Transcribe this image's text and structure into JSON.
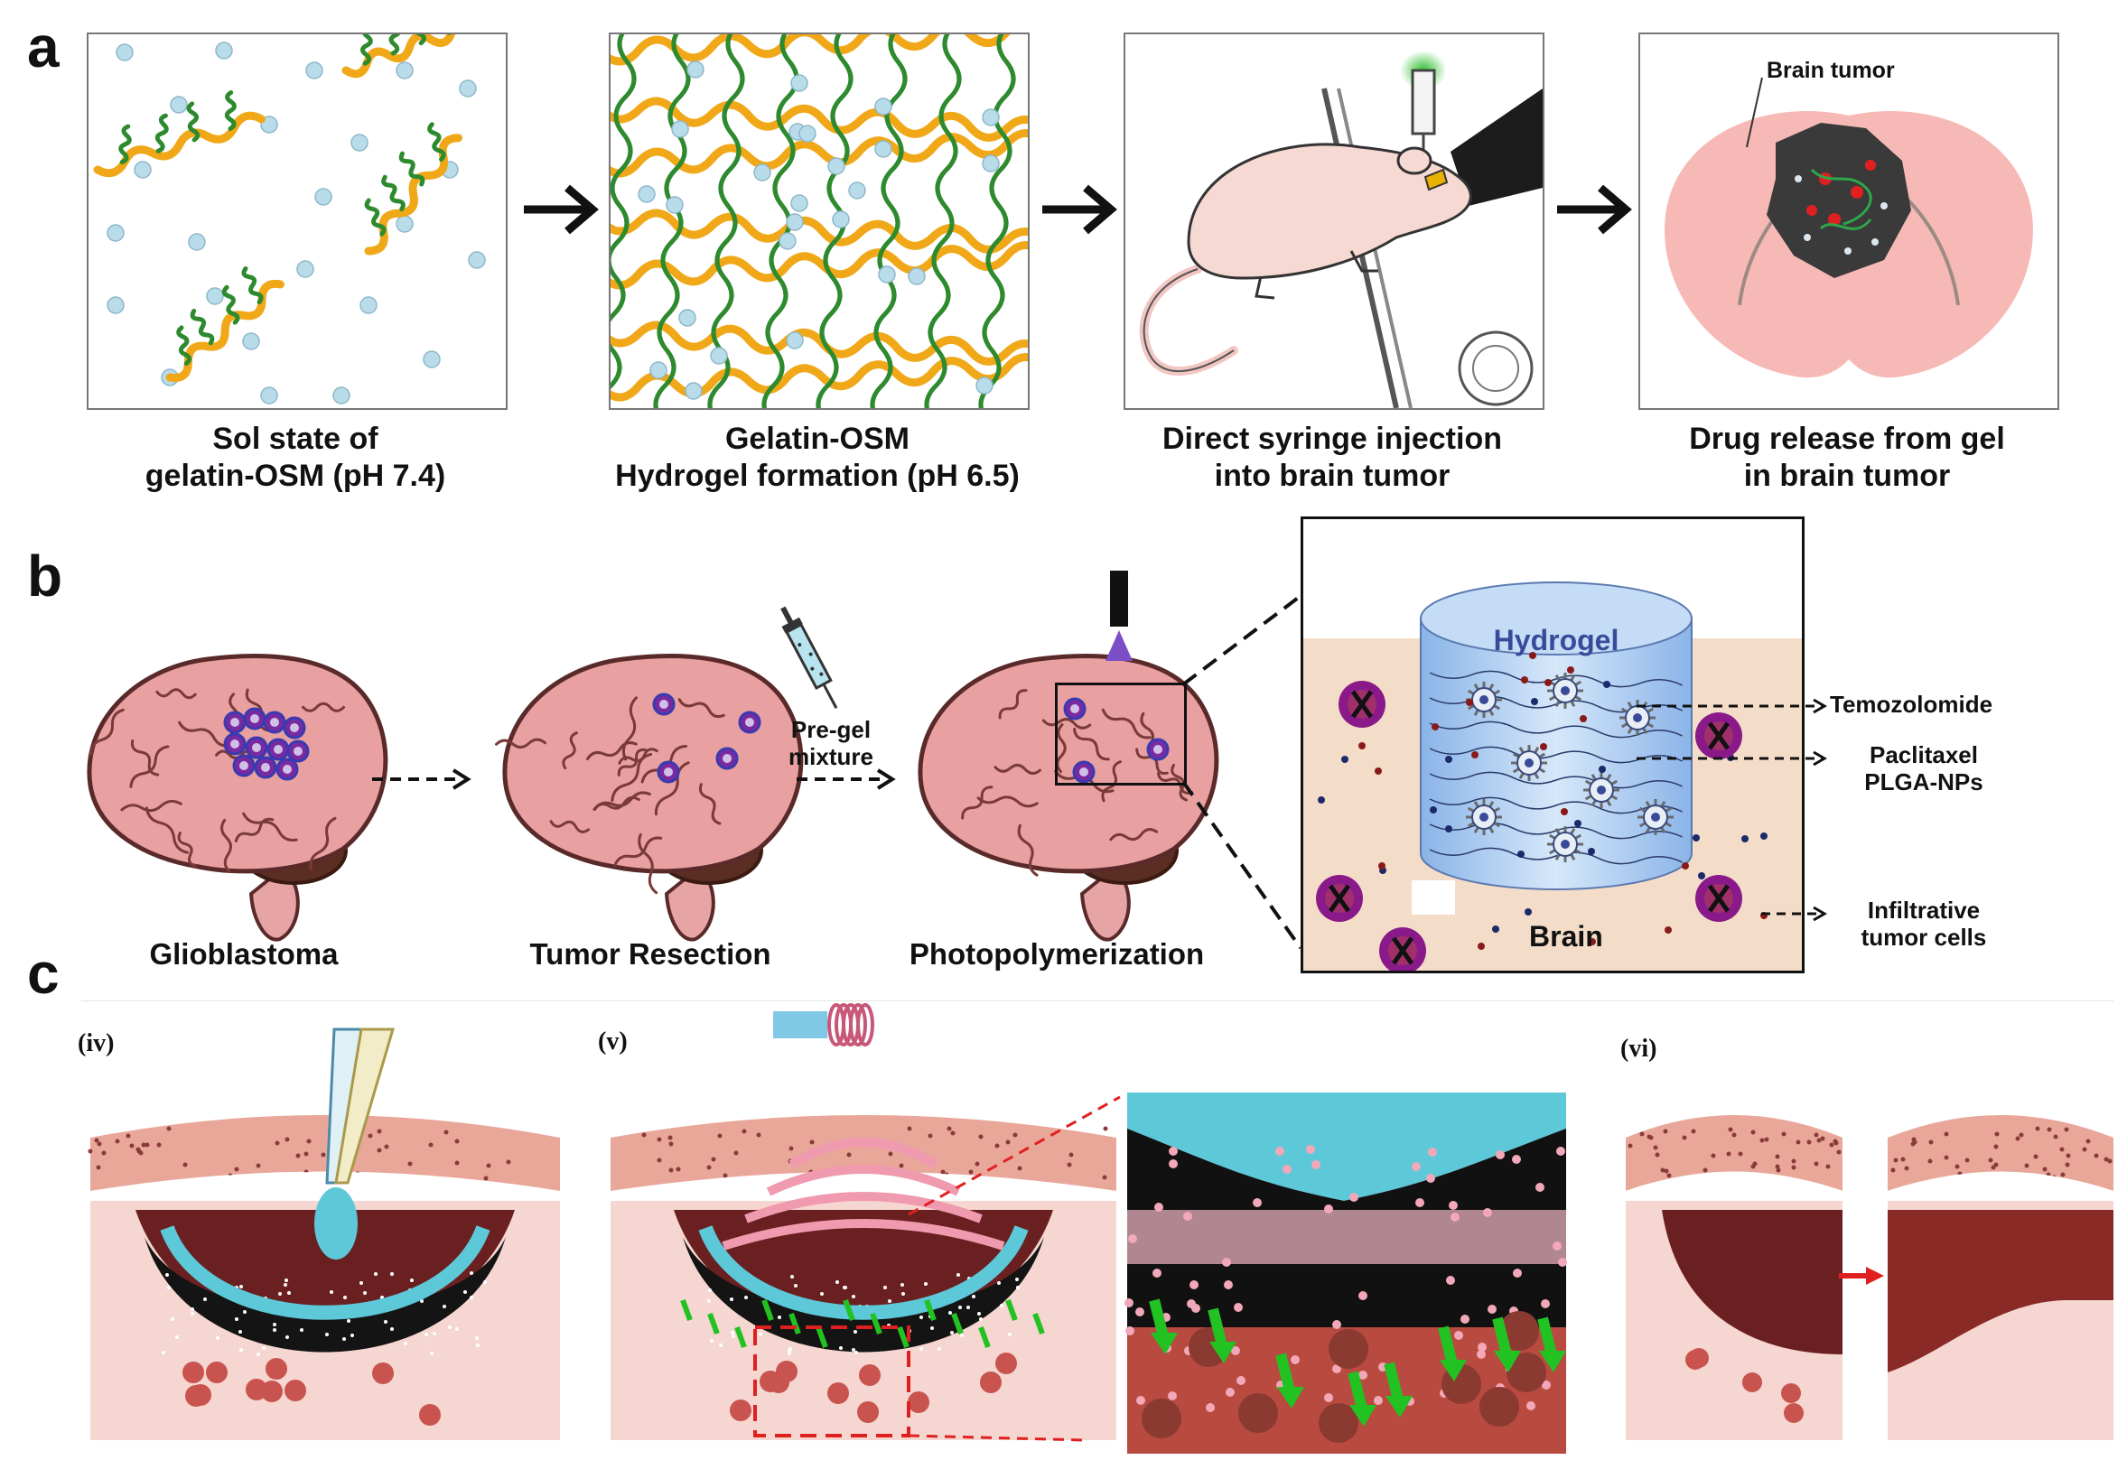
{
  "panel_a": {
    "label": "a",
    "steps": [
      {
        "line1": "Sol state of",
        "line2": "gelatin-OSM (pH 7.4)"
      },
      {
        "line1": "Gelatin-OSM",
        "line2": "Hydrogel formation (pH 6.5)"
      },
      {
        "line1": "Direct syringe injection",
        "line2": "into brain tumor"
      },
      {
        "line1": "Drug release from gel",
        "line2": "in brain tumor"
      }
    ],
    "brain_tumor_label": "Brain tumor"
  },
  "panel_b": {
    "label": "b",
    "stages": [
      "Glioblastoma",
      "Tumor Resection",
      "Photopolymerization"
    ],
    "pregel_line1": "Pre-gel",
    "pregel_line2": "mixture",
    "inset": {
      "hydrogel": "Hydrogel",
      "brain": "Brain",
      "temozolomide": "Temozolomide",
      "paclitaxel_line1": "Paclitaxel",
      "paclitaxel_line2": "PLGA-NPs",
      "infiltrative_line1": "Infiltrative",
      "infiltrative_line2": "tumor cells"
    }
  },
  "panel_c": {
    "label": "c",
    "sub_iv": "(iv)",
    "sub_v": "(v)",
    "sub_vi": "(vi)"
  },
  "colors": {
    "gelatin_orange": "#f0a818",
    "osm_green": "#2e8a2e",
    "bead_blue": "#b8dcea",
    "brain_pink": "#e8a0a0",
    "tissue_red": "#c9534f",
    "gel_cyan": "#5cc8d8",
    "arrow_green": "#22c222",
    "dashed_red": "#e02020"
  }
}
